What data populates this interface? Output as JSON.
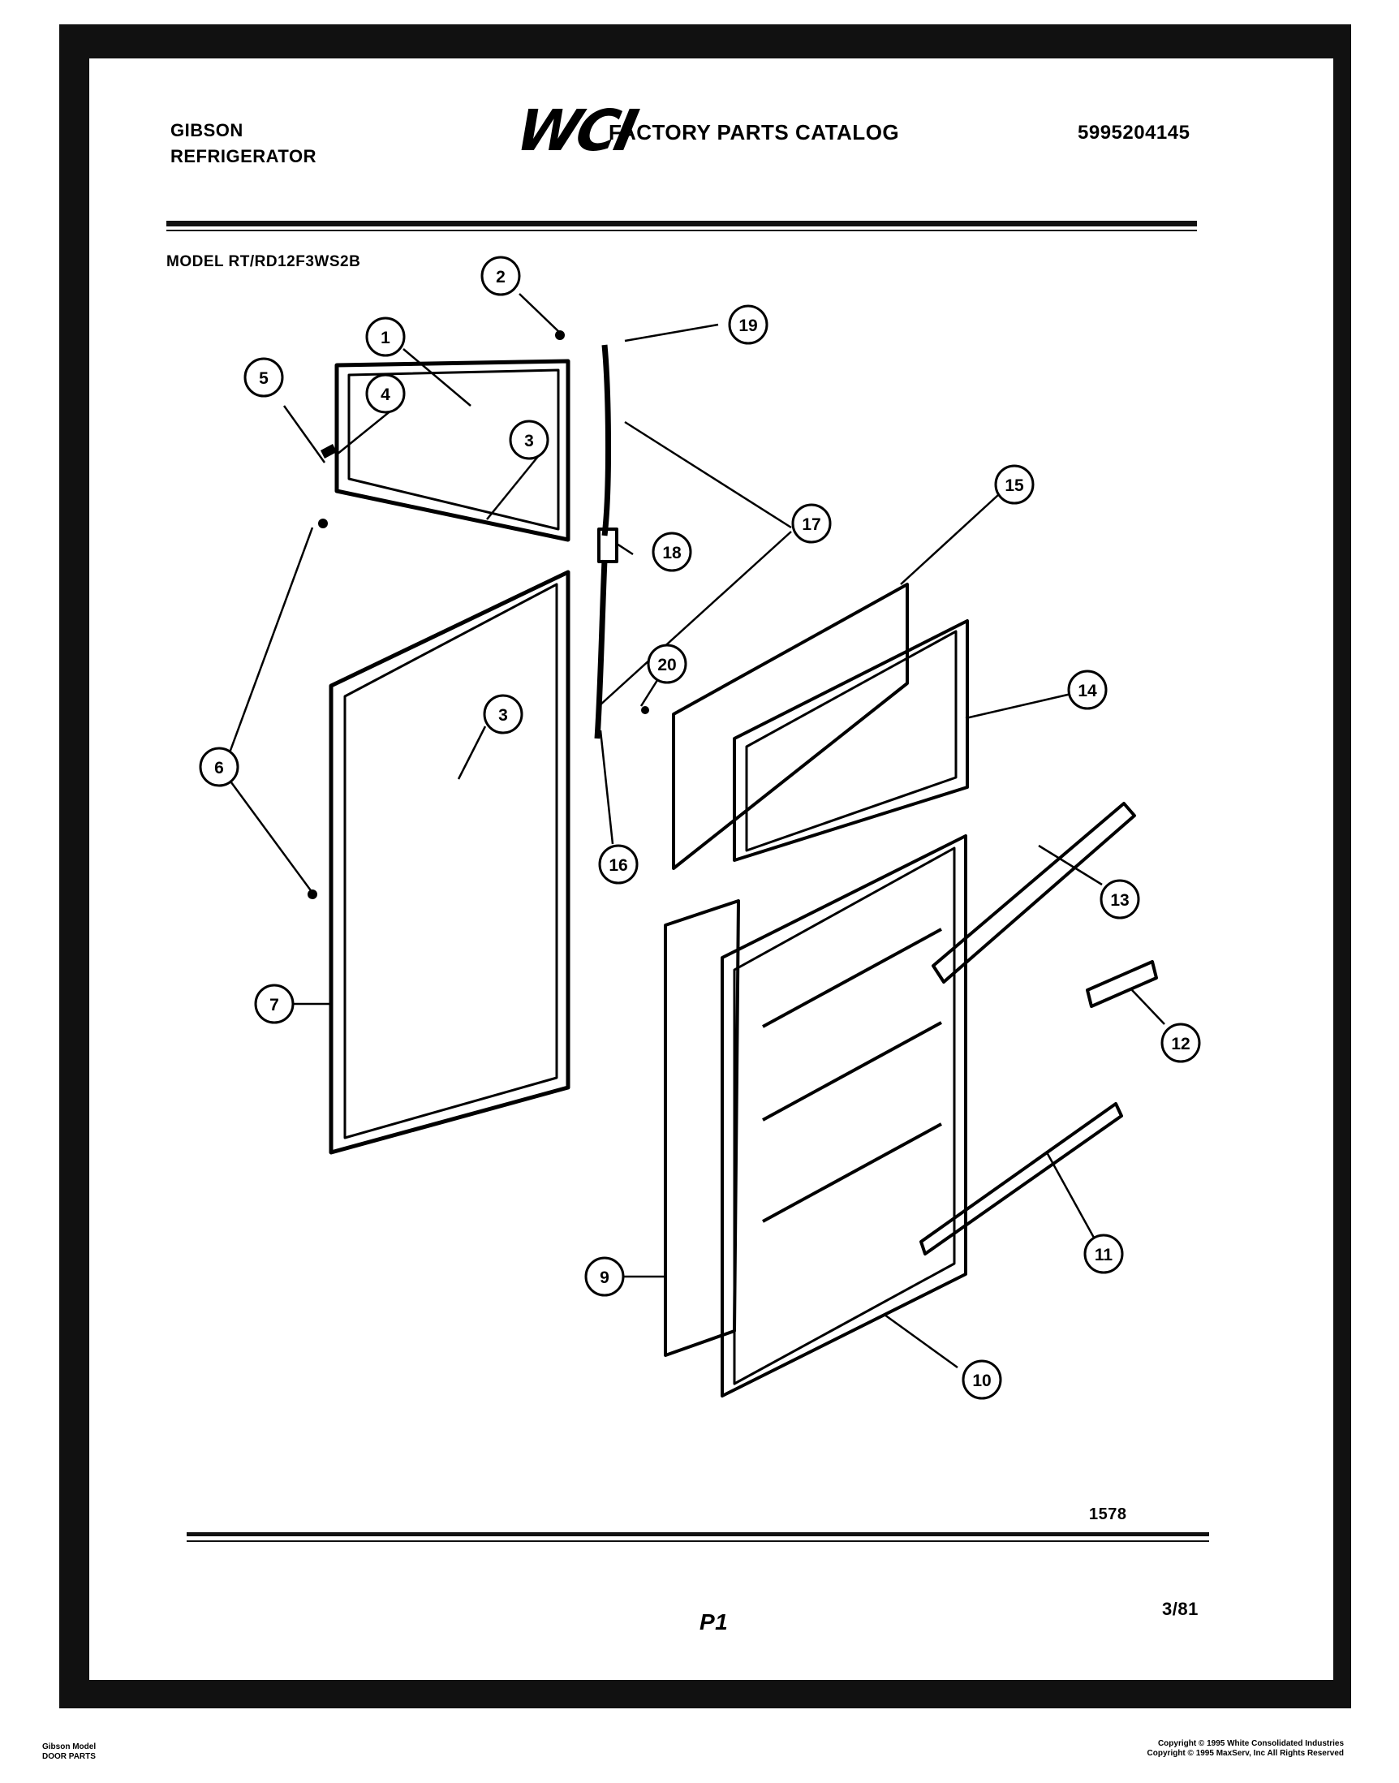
{
  "header": {
    "brand_line1": "GIBSON",
    "brand_line2": "REFRIGERATOR",
    "logo": "WCI",
    "catalog_title": "FACTORY PARTS CATALOG",
    "part_number": "5995204145",
    "model": "MODEL RT/RD12F3WS2B"
  },
  "diagram": {
    "callouts": [
      "1",
      "2",
      "3",
      "3",
      "4",
      "5",
      "6",
      "7",
      "9",
      "10",
      "11",
      "12",
      "13",
      "14",
      "15",
      "16",
      "17",
      "18",
      "19",
      "20"
    ]
  },
  "footer": {
    "code": "1578",
    "page": "P1",
    "date": "3/81",
    "left_line1": "Gibson Model",
    "left_line2": "DOOR PARTS",
    "right_line1": "Copyright © 1995 White Consolidated Industries",
    "right_line2": "Copyright © 1995 MaxServ, Inc    All Rights Reserved"
  }
}
